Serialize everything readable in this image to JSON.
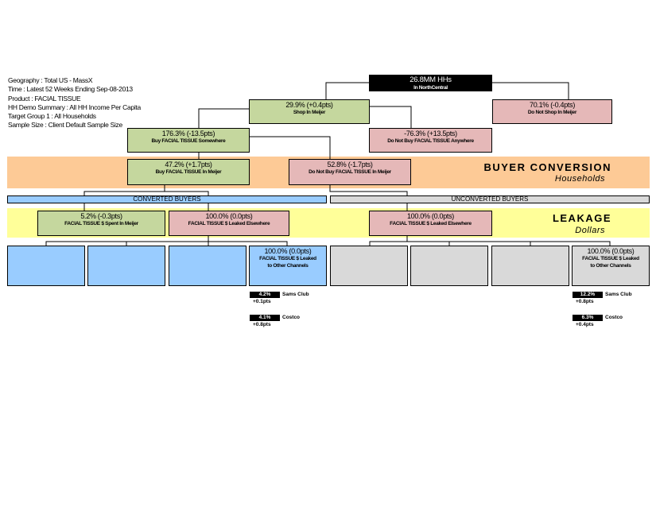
{
  "meta": [
    "Geography : Total US - MassX",
    "Time : Latest 52 Weeks Ending Sep-08-2013",
    "Product : FACIAL TISSUE",
    "HH Demo Summary : All HH Income Per Capita",
    "Target Group 1 : All Households",
    "Sample Size : Client Default Sample Size"
  ],
  "root": {
    "value": "26.8MM HHs",
    "label": "In NorthCentral"
  },
  "shop": {
    "value": "29.9% (+0.4pts)",
    "label": "Shop In Meijer"
  },
  "noshop": {
    "value": "70.1% (-0.4pts)",
    "label": "Do Not Shop In Meijer"
  },
  "buyany": {
    "value": "176.3% (-13.5pts)",
    "label": "Buy FACIAL TISSUE Somewhere"
  },
  "nobuyany": {
    "value": "-76.3% (+13.5pts)",
    "label": "Do Not Buy FACIAL TISSUE Anywhere"
  },
  "buymeijer": {
    "value": "47.2% (+1.7pts)",
    "label": "Buy FACIAL TISSUE In Meijer"
  },
  "nobuymeijer": {
    "value": "52.8% (-1.7pts)",
    "label": "Do Not Buy FACIAL TISSUE In Meijer"
  },
  "sections": {
    "conversion_title": "BUYER CONVERSION",
    "conversion_sub": "Households",
    "leakage_title": "LEAKAGE",
    "leakage_sub": "Dollars"
  },
  "bars": {
    "converted": "CONVERTED BUYERS",
    "unconverted": "UNCONVERTED BUYERS"
  },
  "spent": {
    "value": "5.2% (-0.3pts)",
    "label": "FACIAL TISSUE $ Spent In Meijer"
  },
  "leaked_conv": {
    "value": "100.0% (0.0pts)",
    "label": "FACIAL TISSUE $ Leaked Elsewhere"
  },
  "leaked_unconv": {
    "value": "100.0% (0.0pts)",
    "label": "FACIAL TISSUE $ Leaked Elsewhere"
  },
  "other_conv": {
    "value": "100.0% (0.0pts)",
    "label1": "FACIAL TISSUE $ Leaked",
    "label2": "to Other Channels"
  },
  "other_unconv": {
    "value": "100.0% (0.0pts)",
    "label1": "FACIAL TISSUE $ Leaked",
    "label2": "to Other Channels"
  },
  "channels_conv": [
    {
      "pct": "4.2%",
      "name": "Sams Club",
      "chg": "+0.1pts"
    },
    {
      "pct": "4.1%",
      "name": "Costco",
      "chg": "+0.8pts"
    }
  ],
  "channels_unconv": [
    {
      "pct": "12.2%",
      "name": "Sams Club",
      "chg": "+0.8pts"
    },
    {
      "pct": "6.3%",
      "name": "Costco",
      "chg": "+0.4pts"
    }
  ],
  "colors": {
    "green": "#c5d79e",
    "pink": "#e5b8b8",
    "blue": "#99ccff",
    "grey": "#d9d9d9",
    "orange": "#fdca96",
    "yellow": "#ffff99"
  }
}
